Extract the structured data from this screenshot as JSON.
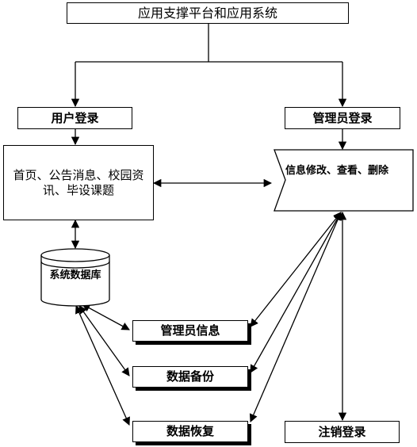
{
  "nodes": {
    "root": "应用支撑平台和应用系统",
    "user_login": "用户登录",
    "admin_login": "管理员登录",
    "user_pages": "首页、公告消息、校园资讯、毕设课题",
    "admin_ops": "信息修改、查看、删除",
    "database": "系统数据库",
    "admin_info": "管理员信息",
    "data_backup": "数据备份",
    "data_restore": "数据恢复",
    "logout": "注销登录"
  }
}
